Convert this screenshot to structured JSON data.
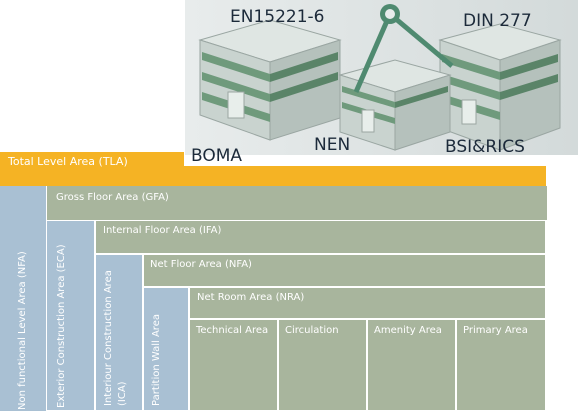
{
  "standards": {
    "en15221": "EN15221-6",
    "din277": "DIN 277",
    "boma": "BOMA",
    "nen": "NEN",
    "bsi_rics": "BSI&RICS"
  },
  "tla": {
    "label": "Total Level Area (TLA)",
    "color": "#f5b324"
  },
  "nfa": {
    "label": "Non functional Level Area (NFA)",
    "color": "#a9c0d3"
  },
  "gfa": {
    "label": "Gross Floor Area (GFA)",
    "color": "#a8b59d"
  },
  "eca": {
    "label": "Exterior Construction Area (ECA)",
    "color": "#a9c0d3"
  },
  "ifa": {
    "label": "Internal Floor Area (IFA)"
  },
  "ica": {
    "label_line1": "Interiour Construction Area",
    "label_line2": "(ICA)"
  },
  "nfa_net": {
    "label": "Net Floor Area (NFA)"
  },
  "pwa": {
    "label": "Partition Wall Area"
  },
  "nra": {
    "label": "Net Room Area (NRA)"
  },
  "areas": [
    "Technical Area",
    "Circulation",
    "Amenity Area",
    "Primary Area"
  ]
}
